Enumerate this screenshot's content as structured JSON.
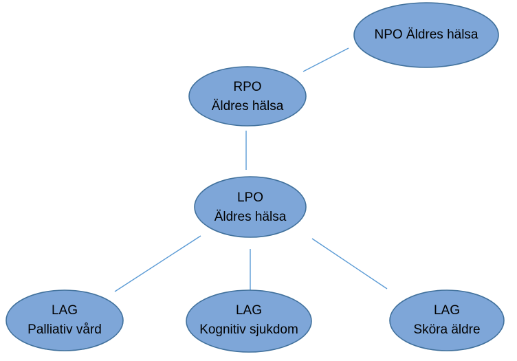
{
  "colors": {
    "node_fill": "#7ea6d8",
    "node_stroke": "#41719c",
    "edge": "#5b9bd5"
  },
  "nodes": {
    "npo": {
      "lines": [
        "NPO Äldres hälsa"
      ]
    },
    "rpo": {
      "lines": [
        "RPO",
        "Äldres hälsa"
      ]
    },
    "lpo": {
      "lines": [
        "LPO",
        "Äldres hälsa"
      ]
    },
    "lag_palliativ": {
      "lines": [
        "LAG",
        "Palliativ vård"
      ]
    },
    "lag_kognitiv": {
      "lines": [
        "LAG",
        "Kognitiv sjukdom"
      ]
    },
    "lag_skora": {
      "lines": [
        "LAG",
        "Sköra äldre"
      ]
    }
  },
  "edges": [
    {
      "from": "npo",
      "to": "rpo"
    },
    {
      "from": "rpo",
      "to": "lpo"
    },
    {
      "from": "lpo",
      "to": "lag_palliativ"
    },
    {
      "from": "lpo",
      "to": "lag_kognitiv"
    },
    {
      "from": "lpo",
      "to": "lag_skora"
    }
  ]
}
